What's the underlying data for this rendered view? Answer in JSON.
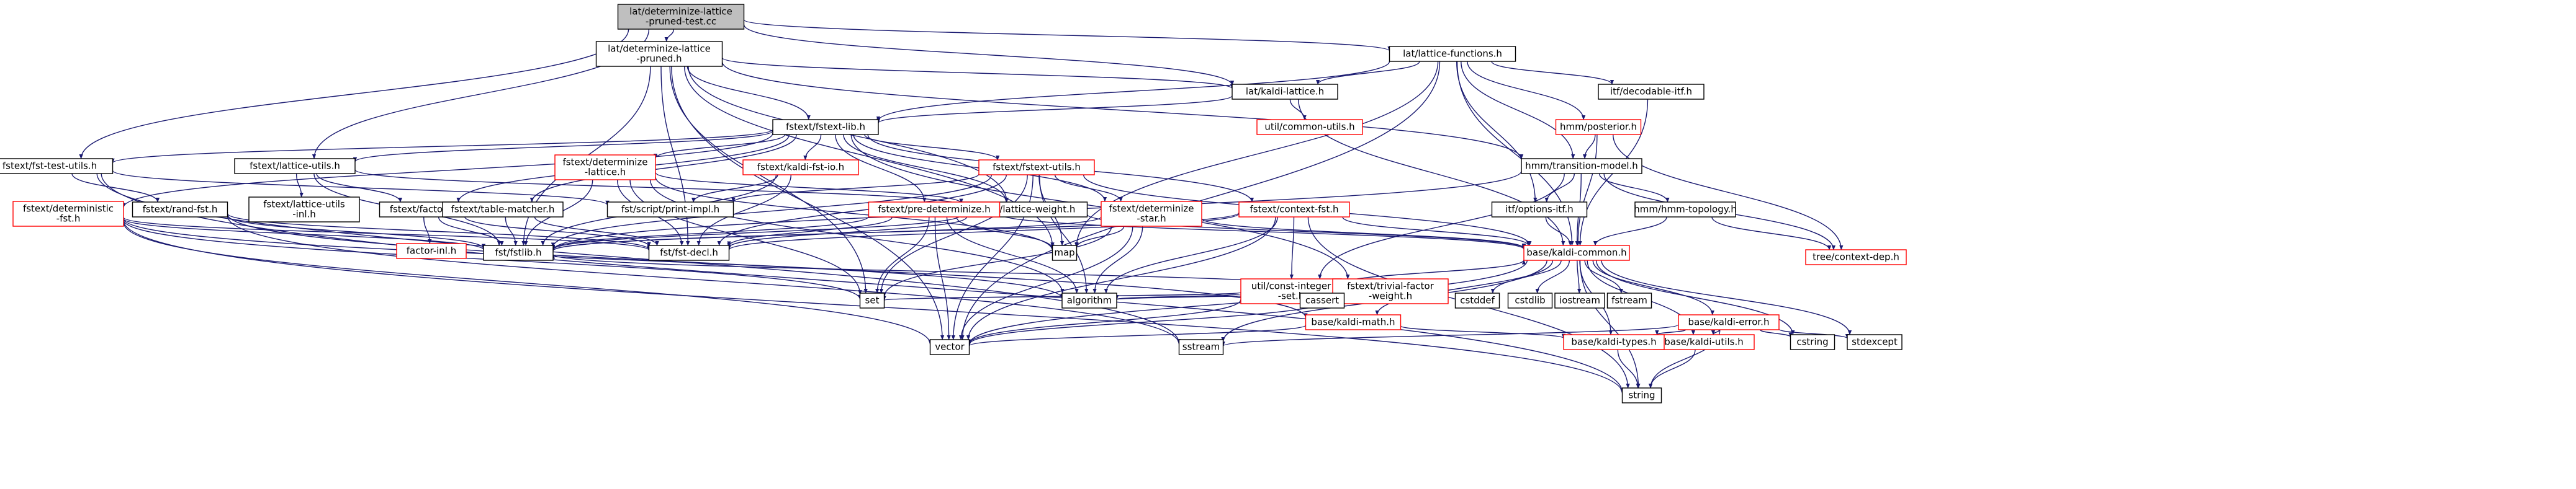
{
  "colors": {
    "edge": "#191970",
    "node_border": "#000000",
    "node_border_red": "#ff0000",
    "root_fill": "#bfbfbf",
    "node_fill": "#ffffff"
  },
  "nodes": [
    {
      "id": "root",
      "lines": [
        "lat/determinize-lattice",
        "-pruned-test.cc"
      ],
      "style": "root"
    },
    {
      "id": "dlp",
      "lines": [
        "lat/determinize-lattice",
        "-pruned.h"
      ],
      "style": "normal"
    },
    {
      "id": "latfn",
      "lines": [
        "lat/lattice-functions.h"
      ],
      "style": "normal"
    },
    {
      "id": "kaldilat",
      "lines": [
        "lat/kaldi-lattice.h"
      ],
      "style": "normal"
    },
    {
      "id": "itfdec",
      "lines": [
        "itf/decodable-itf.h"
      ],
      "style": "normal"
    },
    {
      "id": "fstextlib",
      "lines": [
        "fstext/fstext-lib.h"
      ],
      "style": "normal"
    },
    {
      "id": "commonutils",
      "lines": [
        "util/common-utils.h"
      ],
      "style": "red"
    },
    {
      "id": "posterior",
      "lines": [
        "hmm/posterior.h"
      ],
      "style": "red"
    },
    {
      "id": "transmodel",
      "lines": [
        "hmm/transition-model.h"
      ],
      "style": "normal"
    },
    {
      "id": "fsttestutils",
      "lines": [
        "fstext/fst-test-utils.h"
      ],
      "style": "normal"
    },
    {
      "id": "latutils",
      "lines": [
        "fstext/lattice-utils.h"
      ],
      "style": "normal"
    },
    {
      "id": "detlat",
      "lines": [
        "fstext/determinize",
        "-lattice.h"
      ],
      "style": "red"
    },
    {
      "id": "kaldifstio",
      "lines": [
        "fstext/kaldi-fst-io.h"
      ],
      "style": "red"
    },
    {
      "id": "fstextutils",
      "lines": [
        "fstext/fstext-utils.h"
      ],
      "style": "red"
    },
    {
      "id": "detfst",
      "lines": [
        "fstext/deterministic",
        "-fst.h"
      ],
      "style": "red"
    },
    {
      "id": "randfst",
      "lines": [
        "fstext/rand-fst.h"
      ],
      "style": "normal"
    },
    {
      "id": "latutilsinl",
      "lines": [
        "fstext/lattice-utils",
        "-inl.h"
      ],
      "style": "normal"
    },
    {
      "id": "factor",
      "lines": [
        "fstext/factor.h"
      ],
      "style": "normal"
    },
    {
      "id": "tablematcher",
      "lines": [
        "fstext/table-matcher.h"
      ],
      "style": "normal"
    },
    {
      "id": "printimpl",
      "lines": [
        "fst/script/print-impl.h"
      ],
      "style": "normal"
    },
    {
      "id": "latweight",
      "lines": [
        "fstext/lattice-weight.h"
      ],
      "style": "normal"
    },
    {
      "id": "predet",
      "lines": [
        "fstext/pre-determinize.h"
      ],
      "style": "red"
    },
    {
      "id": "detstar",
      "lines": [
        "fstext/determinize",
        "-star.h"
      ],
      "style": "red"
    },
    {
      "id": "contextfst",
      "lines": [
        "fstext/context-fst.h"
      ],
      "style": "red"
    },
    {
      "id": "optionsitf",
      "lines": [
        "itf/options-itf.h"
      ],
      "style": "normal"
    },
    {
      "id": "hmmtopo",
      "lines": [
        "hmm/hmm-topology.h"
      ],
      "style": "normal"
    },
    {
      "id": "treedep",
      "lines": [
        "tree/context-dep.h"
      ],
      "style": "red"
    },
    {
      "id": "factorinl",
      "lines": [
        "factor-inl.h"
      ],
      "style": "red"
    },
    {
      "id": "fstlib",
      "lines": [
        "fst/fstlib.h"
      ],
      "style": "normal"
    },
    {
      "id": "fstdecl",
      "lines": [
        "fst/fst-decl.h"
      ],
      "style": "normal"
    },
    {
      "id": "map",
      "lines": [
        "map"
      ],
      "style": "normal"
    },
    {
      "id": "kaldicommon",
      "lines": [
        "base/kaldi-common.h"
      ],
      "style": "red"
    },
    {
      "id": "constint",
      "lines": [
        "util/const-integer",
        "-set.h"
      ],
      "style": "red"
    },
    {
      "id": "trivialfw",
      "lines": [
        "fstext/trivial-factor",
        "-weight.h"
      ],
      "style": "red"
    },
    {
      "id": "set",
      "lines": [
        "set"
      ],
      "style": "normal"
    },
    {
      "id": "algorithm",
      "lines": [
        "algorithm"
      ],
      "style": "normal"
    },
    {
      "id": "cassert",
      "lines": [
        "cassert"
      ],
      "style": "normal"
    },
    {
      "id": "kaldimath",
      "lines": [
        "base/kaldi-math.h"
      ],
      "style": "red"
    },
    {
      "id": "cstddef",
      "lines": [
        "cstddef"
      ],
      "style": "normal"
    },
    {
      "id": "cstdlib",
      "lines": [
        "cstdlib"
      ],
      "style": "normal"
    },
    {
      "id": "iostream",
      "lines": [
        "iostream"
      ],
      "style": "normal"
    },
    {
      "id": "fstream",
      "lines": [
        "fstream"
      ],
      "style": "normal"
    },
    {
      "id": "kaldierror",
      "lines": [
        "base/kaldi-error.h"
      ],
      "style": "red"
    },
    {
      "id": "kaldiutils",
      "lines": [
        "base/kaldi-utils.h"
      ],
      "style": "red"
    },
    {
      "id": "kalditypes",
      "lines": [
        "base/kaldi-types.h"
      ],
      "style": "red"
    },
    {
      "id": "cstring",
      "lines": [
        "cstring"
      ],
      "style": "normal"
    },
    {
      "id": "stdexcept",
      "lines": [
        "stdexcept"
      ],
      "style": "normal"
    },
    {
      "id": "vector",
      "lines": [
        "vector"
      ],
      "style": "normal"
    },
    {
      "id": "sstream",
      "lines": [
        "sstream"
      ],
      "style": "normal"
    },
    {
      "id": "string",
      "lines": [
        "string"
      ],
      "style": "normal"
    }
  ],
  "edges": [
    [
      "root",
      "dlp"
    ],
    [
      "root",
      "latfn"
    ],
    [
      "root",
      "kaldilat"
    ],
    [
      "root",
      "fsttestutils"
    ],
    [
      "root",
      "latutils"
    ],
    [
      "dlp",
      "kaldilat"
    ],
    [
      "dlp",
      "fstextlib"
    ],
    [
      "dlp",
      "transmodel"
    ],
    [
      "dlp",
      "fstlib"
    ],
    [
      "dlp",
      "fstdecl"
    ],
    [
      "dlp",
      "latweight"
    ],
    [
      "dlp",
      "map"
    ],
    [
      "dlp",
      "set"
    ],
    [
      "dlp",
      "vector"
    ],
    [
      "latfn",
      "kaldilat"
    ],
    [
      "latfn",
      "itfdec"
    ],
    [
      "latfn",
      "fstextlib"
    ],
    [
      "latfn",
      "posterior"
    ],
    [
      "latfn",
      "transmodel"
    ],
    [
      "latfn",
      "kaldicommon"
    ],
    [
      "latfn",
      "vector"
    ],
    [
      "latfn",
      "map"
    ],
    [
      "latfn",
      "optionsitf"
    ],
    [
      "kaldilat",
      "fstextlib"
    ],
    [
      "kaldilat",
      "commonutils"
    ],
    [
      "kaldilat",
      "kaldicommon"
    ],
    [
      "itfdec",
      "kaldicommon"
    ],
    [
      "posterior",
      "transmodel"
    ],
    [
      "posterior",
      "treedep"
    ],
    [
      "posterior",
      "kaldicommon"
    ],
    [
      "transmodel",
      "optionsitf"
    ],
    [
      "transmodel",
      "hmmtopo"
    ],
    [
      "transmodel",
      "kaldicommon"
    ],
    [
      "transmodel",
      "treedep"
    ],
    [
      "transmodel",
      "constint"
    ],
    [
      "transmodel",
      "fstlib"
    ],
    [
      "hmmtopo",
      "kaldicommon"
    ],
    [
      "hmmtopo",
      "treedep"
    ],
    [
      "optionsitf",
      "kaldicommon"
    ],
    [
      "fstextlib",
      "fsttestutils"
    ],
    [
      "fstextlib",
      "latutils"
    ],
    [
      "fstextlib",
      "detlat"
    ],
    [
      "fstextlib",
      "kaldifstio"
    ],
    [
      "fstextlib",
      "fstextutils"
    ],
    [
      "fstextlib",
      "detfst"
    ],
    [
      "fstextlib",
      "factor"
    ],
    [
      "fstextlib",
      "tablematcher"
    ],
    [
      "fstextlib",
      "predet"
    ],
    [
      "fstextlib",
      "detstar"
    ],
    [
      "fstextlib",
      "contextfst"
    ],
    [
      "fstextlib",
      "latweight"
    ],
    [
      "fstextlib",
      "trivialfw"
    ],
    [
      "fsttestutils",
      "randfst"
    ],
    [
      "fsttestutils",
      "printimpl"
    ],
    [
      "fsttestutils",
      "sstream"
    ],
    [
      "fsttestutils",
      "string"
    ],
    [
      "latutils",
      "latutilsinl"
    ],
    [
      "latutils",
      "factor"
    ],
    [
      "latutils",
      "latweight"
    ],
    [
      "latutils",
      "fstlib"
    ],
    [
      "detlat",
      "fstlib"
    ],
    [
      "detlat",
      "fstdecl"
    ],
    [
      "detlat",
      "latweight"
    ],
    [
      "detlat",
      "algorithm"
    ],
    [
      "detlat",
      "map"
    ],
    [
      "detlat",
      "set"
    ],
    [
      "kaldifstio",
      "fstlib"
    ],
    [
      "kaldifstio",
      "fstdecl"
    ],
    [
      "kaldifstio",
      "printimpl"
    ],
    [
      "fstextutils",
      "fstlib"
    ],
    [
      "fstextutils",
      "fstdecl"
    ],
    [
      "fstextutils",
      "printimpl"
    ],
    [
      "fstextutils",
      "detstar"
    ],
    [
      "fstextutils",
      "kaldicommon"
    ],
    [
      "fstextutils",
      "map"
    ],
    [
      "fstextutils",
      "set"
    ],
    [
      "fstextutils",
      "algorithm"
    ],
    [
      "fstextutils",
      "vector"
    ],
    [
      "detfst",
      "fstlib"
    ],
    [
      "detfst",
      "fstdecl"
    ],
    [
      "detfst",
      "vector"
    ],
    [
      "detfst",
      "algorithm"
    ],
    [
      "detfst",
      "set"
    ],
    [
      "detfst",
      "string"
    ],
    [
      "randfst",
      "fstlib"
    ],
    [
      "randfst",
      "fstdecl"
    ],
    [
      "randfst",
      "kaldimath"
    ],
    [
      "randfst",
      "sstream"
    ],
    [
      "factor",
      "factorinl"
    ],
    [
      "factor",
      "fstlib"
    ],
    [
      "factor",
      "fstdecl"
    ],
    [
      "tablematcher",
      "fstlib"
    ],
    [
      "tablematcher",
      "fstdecl"
    ],
    [
      "predet",
      "fstlib"
    ],
    [
      "predet",
      "fstdecl"
    ],
    [
      "predet",
      "map"
    ],
    [
      "predet",
      "set"
    ],
    [
      "predet",
      "algorithm"
    ],
    [
      "predet",
      "vector"
    ],
    [
      "predet",
      "kaldicommon"
    ],
    [
      "detstar",
      "fstlib"
    ],
    [
      "detstar",
      "map"
    ],
    [
      "detstar",
      "set"
    ],
    [
      "detstar",
      "algorithm"
    ],
    [
      "detstar",
      "vector"
    ],
    [
      "detstar",
      "kaldicommon"
    ],
    [
      "contextfst",
      "constint"
    ],
    [
      "contextfst",
      "fstlib"
    ],
    [
      "contextfst",
      "fstdecl"
    ],
    [
      "contextfst",
      "algorithm"
    ],
    [
      "contextfst",
      "vector"
    ],
    [
      "contextfst",
      "kaldicommon"
    ],
    [
      "contextfst",
      "string"
    ],
    [
      "latweight",
      "fstlib"
    ],
    [
      "latweight",
      "fstdecl"
    ],
    [
      "latweight",
      "kaldicommon"
    ],
    [
      "trivialfw",
      "fstlib"
    ],
    [
      "trivialfw",
      "algorithm"
    ],
    [
      "trivialfw",
      "vector"
    ],
    [
      "constint",
      "kaldicommon"
    ],
    [
      "constint",
      "cassert"
    ],
    [
      "constint",
      "vector"
    ],
    [
      "constint",
      "set"
    ],
    [
      "constint",
      "algorithm"
    ],
    [
      "kaldicommon",
      "cstddef"
    ],
    [
      "kaldicommon",
      "cstdlib"
    ],
    [
      "kaldicommon",
      "iostream"
    ],
    [
      "kaldicommon",
      "fstream"
    ],
    [
      "kaldicommon",
      "kaldierror"
    ],
    [
      "kaldicommon",
      "kaldiutils"
    ],
    [
      "kaldicommon",
      "kalditypes"
    ],
    [
      "kaldicommon",
      "kaldimath"
    ],
    [
      "kaldicommon",
      "cstring"
    ],
    [
      "kaldicommon",
      "stdexcept"
    ],
    [
      "kaldicommon",
      "vector"
    ],
    [
      "kaldicommon",
      "sstream"
    ],
    [
      "kaldicommon",
      "string"
    ],
    [
      "kaldimath",
      "kalditypes"
    ],
    [
      "kaldimath",
      "vector"
    ],
    [
      "kaldierror",
      "kalditypes"
    ],
    [
      "kaldierror",
      "kaldiutils"
    ],
    [
      "kaldierror",
      "sstream"
    ],
    [
      "kaldierror",
      "string"
    ],
    [
      "kaldierror",
      "cstring"
    ],
    [
      "kaldierror",
      "stdexcept"
    ],
    [
      "kaldiutils",
      "string"
    ],
    [
      "kalditypes",
      "string"
    ]
  ]
}
